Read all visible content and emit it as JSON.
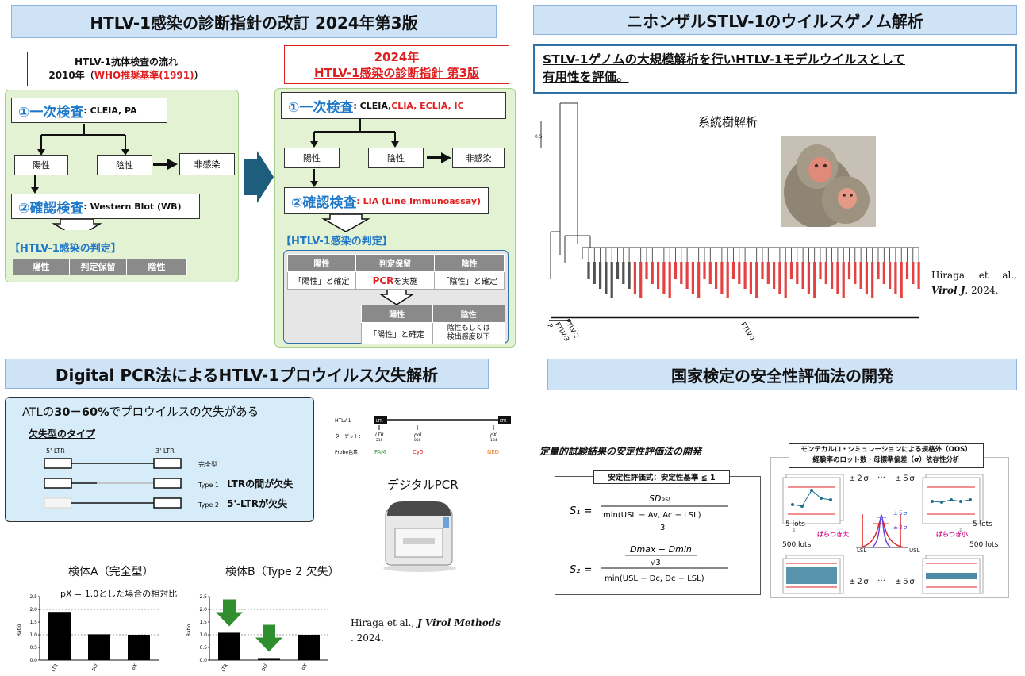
{
  "headers": {
    "tl": "HTLV-1感染の診断指針の改訂 2024年第3版",
    "tr": "ニホンザルSTLV-1のウイルスゲノム解析",
    "bl": "Digital PCR法によるHTLV-1プロウイルス欠失解析",
    "br": "国家検定の安全性評価法の開発"
  },
  "old_flow": {
    "title_line1": "HTLV-1抗体検査の流れ",
    "title_line2_prefix": "2010年（",
    "title_line2_red": "WHO推奨基準(1991)",
    "title_line2_suffix": "）",
    "step1_label": "①一次検査",
    "step1_methods": ": CLEIA, PA",
    "positive": "陽性",
    "negative": "陰性",
    "not_infected": "非感染",
    "step2_label": "②確認検査",
    "step2_methods": ": Western Blot (WB)",
    "judgement": "【HTLV-1感染の判定】",
    "results": [
      "陽性",
      "判定保留",
      "陰性"
    ]
  },
  "new_flow": {
    "title_line1": "2024年",
    "title_line2": "HTLV-1感染の診断指針 第3版",
    "step1_label": "①一次検査",
    "step1_black": ": CLEIA, ",
    "step1_red": "CLIA, ECLIA, IC",
    "positive": "陽性",
    "negative": "陰性",
    "not_infected": "非感染",
    "step2_label": "②確認検査",
    "step2_red": ": LIA (Line Immunoassay)",
    "judgement": "【HTLV-1感染の判定】",
    "table_headers": [
      "陽性",
      "判定保留",
      "陰性"
    ],
    "table_cells": [
      "「陽性」と確定",
      "PCRを実施",
      "「陰性」と確定"
    ],
    "pcr_red": "PCR",
    "pcr_rest": "を実施",
    "sub_headers": [
      "陽性",
      "陰性"
    ],
    "sub_cells": [
      "「陽性」と確定",
      "陰性もしくは検出感度以下"
    ],
    "sub_cell2_line1": "陰性もしくは",
    "sub_cell2_line2": "検出感度以下"
  },
  "stlv": {
    "summary_line1": "STLV-1ゲノムの大規模解析を行いHTLV-1モデルウイルスとして",
    "summary_line2": "有用性を評価。",
    "tree_title": "系統樹解析",
    "scale_label": "0.5",
    "citation_line1": "Hiraga et al.,",
    "citation_journal": "Virol J",
    "citation_year": ". 2024.",
    "clade_labels": [
      "PTLV-1",
      "PTLV-2",
      "PTLV-3"
    ],
    "clade_label_extra": "P"
  },
  "dpcr": {
    "headline_prefix": "ATLの",
    "headline_bold": "30－60%",
    "headline_suffix": "でプロウイルスの欠失がある",
    "types_title": "欠失型のタイプ",
    "ltr5": "5' LTR",
    "ltr3": "3' LTR",
    "rows": [
      {
        "name": "完全型",
        "desc": ""
      },
      {
        "name": "Type 1",
        "desc": "LTRの間が欠失"
      },
      {
        "name": "Type 2",
        "desc": "5'-LTRが欠失"
      }
    ],
    "genome_label": "HTLV-1",
    "target_label": "ターゲット：",
    "probe_label": "Probe色素",
    "targets": [
      {
        "name": "LTR",
        "num": "215",
        "dye": "FAM"
      },
      {
        "name": "pol",
        "num": "056",
        "dye": "Cy5"
      },
      {
        "name": "pX",
        "num": "184",
        "dye": "NED"
      }
    ],
    "ltr_box": "LTR",
    "device_title": "デジタルPCR",
    "chart_note": "pX = 1.0とした場合の相対比",
    "citation_authors": "Hiraga et al., ",
    "citation_journal": "J Virol Methods",
    "citation_year": ". 2024."
  },
  "safety": {
    "subtitle": "定量的試験結果の安定性評価法の開発",
    "formula_title": "安定性評価式：安定性基準 ≦ 1",
    "mc_title_line1": "モンテカルロ・シミュレーションによる規格外（OOS）",
    "mc_title_line2": "経験率のロット数・母標準偏差（σ）依存性分析",
    "sigma_left": "±２σ",
    "dots": "…",
    "sigma_right": "±５σ",
    "lots5": "5 lots",
    "lots500": "500 lots",
    "spread_big": "ばらつき大",
    "spread_small": "ばらつき小",
    "lsl": "LSL",
    "usl": "USL",
    "dist5": "±５σ",
    "dist2": "±２σ"
  },
  "chart_data": [
    {
      "type": "bar",
      "title": "検体A（完全型）",
      "categories": [
        "LTR",
        "pol",
        "pX"
      ],
      "values": [
        1.9,
        1.02,
        1.0
      ],
      "ylabel": "Ratio",
      "ylim": [
        0,
        2.5
      ],
      "yticks": [
        "0.0",
        "0.5",
        "1.0",
        "1.5",
        "2.0",
        "2.5"
      ]
    },
    {
      "type": "bar",
      "title": "検体B（Type 2 欠失）",
      "categories": [
        "LTR",
        "pol",
        "pX"
      ],
      "values": [
        1.08,
        0.08,
        1.0
      ],
      "ylabel": "Ratio",
      "ylim": [
        0,
        2.5
      ],
      "yticks": [
        "0.0",
        "0.5",
        "1.0",
        "1.5",
        "2.0",
        "2.5"
      ]
    }
  ]
}
